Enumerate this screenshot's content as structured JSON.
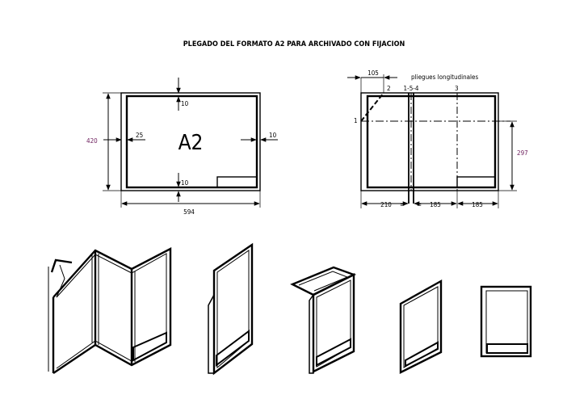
{
  "title": "PLEGADO DEL FORMATO A2 PARA ARCHIVADO CON FIJACION",
  "left_drawing": {
    "format_label": "A2",
    "height_dim": "420",
    "width_dim": "594",
    "margin_top": "10",
    "margin_bottom": "10",
    "margin_left": "25",
    "margin_right": "10"
  },
  "right_drawing": {
    "dim_105": "105",
    "fold_label": "pliegues longitudinales",
    "fold_2": "2",
    "fold_154": "1-5-4",
    "fold_3": "3",
    "fold_1": "1",
    "height_dim": "297",
    "seg_210": "210",
    "eq_1": "=",
    "eq_2": "=",
    "seg_185a": "185",
    "seg_185b": "185"
  },
  "colors": {
    "line": "#000000",
    "dimension_purple": "#6a1b5a"
  }
}
